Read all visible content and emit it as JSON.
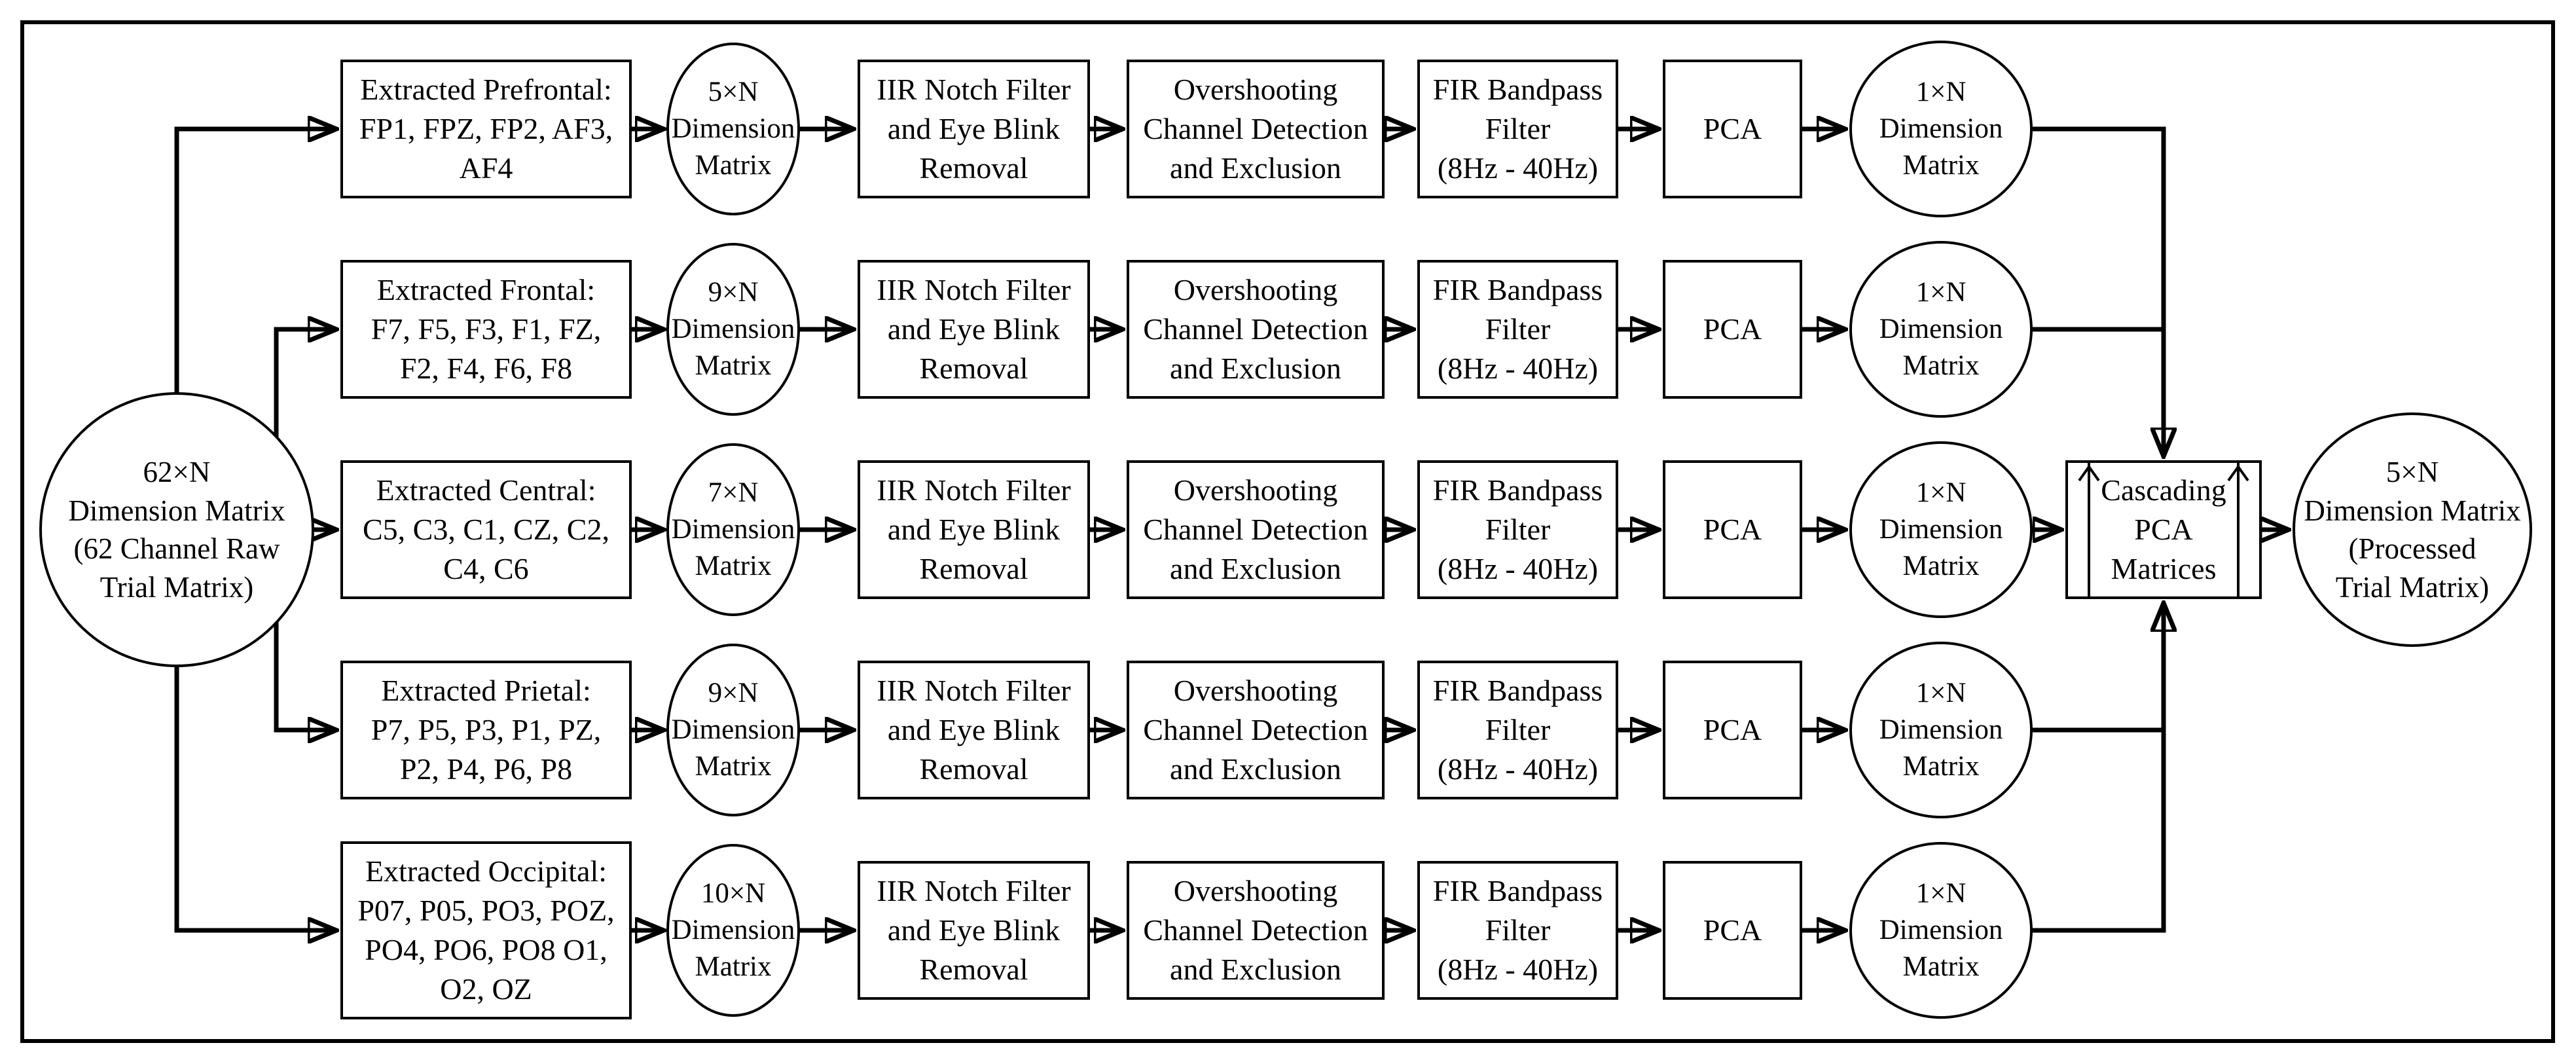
{
  "diagram": {
    "title_semantic": "EEG multi-region preprocessing pipeline flow diagram",
    "colors": {
      "ink": "#000000",
      "paper": "#ffffff"
    },
    "source": "62×N\nDimension Matrix\n(62 Channel Raw\nTrial Matrix)",
    "rows": [
      {
        "extracted": "Extracted Prefrontal:\nFP1, FPZ, FP2, AF3,\nAF4",
        "dim": "5×N\nDimension\nMatrix",
        "iir": "IIR Notch Filter\nand Eye Blink\nRemoval",
        "overshoot": "Overshooting\nChannel Detection\nand Exclusion",
        "fir": "FIR Bandpass\nFilter\n(8Hz - 40Hz)",
        "pca": "PCA",
        "out": "1×N\nDimension\nMatrix"
      },
      {
        "extracted": "Extracted Frontal:\nF7, F5, F3, F1, FZ,\nF2, F4, F6, F8",
        "dim": "9×N\nDimension\nMatrix",
        "iir": "IIR Notch Filter\nand Eye Blink\nRemoval",
        "overshoot": "Overshooting\nChannel Detection\nand Exclusion",
        "fir": "FIR Bandpass\nFilter\n(8Hz - 40Hz)",
        "pca": "PCA",
        "out": "1×N\nDimension\nMatrix"
      },
      {
        "extracted": "Extracted Central:\nC5, C3, C1, CZ, C2,\nC4, C6",
        "dim": "7×N\nDimension\nMatrix",
        "iir": "IIR Notch Filter\nand Eye Blink\nRemoval",
        "overshoot": "Overshooting\nChannel Detection\nand Exclusion",
        "fir": "FIR Bandpass\nFilter\n(8Hz - 40Hz)",
        "pca": "PCA",
        "out": "1×N\nDimension\nMatrix"
      },
      {
        "extracted": "Extracted Prietal:\nP7, P5, P3, P1, PZ,\nP2, P4, P6, P8",
        "dim": "9×N\nDimension\nMatrix",
        "iir": "IIR Notch Filter\nand Eye Blink\nRemoval",
        "overshoot": "Overshooting\nChannel Detection\nand Exclusion",
        "fir": "FIR Bandpass\nFilter\n(8Hz - 40Hz)",
        "pca": "PCA",
        "out": "1×N\nDimension\nMatrix"
      },
      {
        "extracted": "Extracted Occipital:\nP07, P05, PO3, POZ,\nPO4, PO6, PO8 O1,\nO2, OZ",
        "dim": "10×N\nDimension\nMatrix",
        "iir": "IIR Notch Filter\nand Eye Blink\nRemoval",
        "overshoot": "Overshooting\nChannel Detection\nand Exclusion",
        "fir": "FIR Bandpass\nFilter\n(8Hz - 40Hz)",
        "pca": "PCA",
        "out": "1×N\nDimension\nMatrix"
      }
    ],
    "cascade": "Cascading\nPCA\nMatrices",
    "result": "5×N\nDimension Matrix\n(Processed\nTrial Matrix)"
  }
}
